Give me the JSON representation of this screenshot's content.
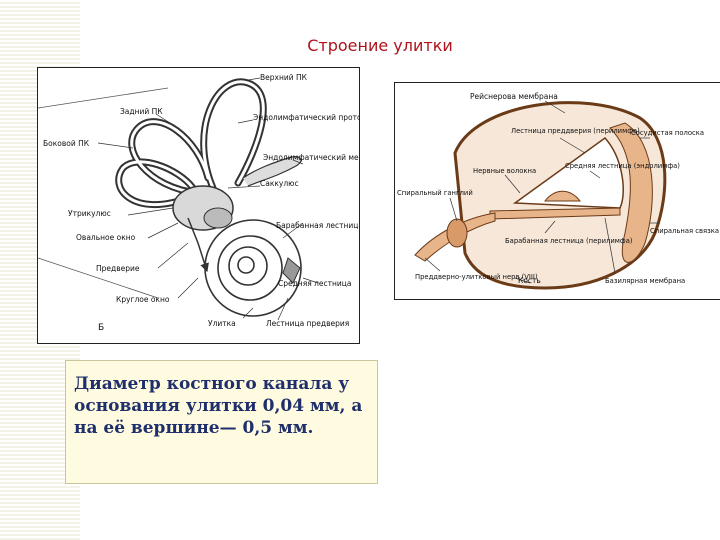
{
  "slide": {
    "title": "Строение улитки",
    "caption": "Диаметр костного канала у основания улитки 0,04 мм, а на её вершине— 0,5 мм."
  },
  "left_figure": {
    "panel_letter": "Б",
    "labels": [
      "Верхний ПК",
      "Задний ПК",
      "Эндолимфатический проток",
      "Боковой ПК",
      "Эндолимфатический мешок",
      "Саккулюс",
      "Утрикулюс",
      "Барабанная лестница",
      "Овальное окно",
      "Предверие",
      "Средняя лестница",
      "Круглое окно",
      "Улитка",
      "Лестница предверия"
    ]
  },
  "right_figure": {
    "labels": [
      "Рейснерова мембрана",
      "Лестница преддверия (перилимфа)",
      "Сосудистая полоска",
      "Нервные волокна",
      "Средняя лестница (эндолимфа)",
      "Спиральный ганглий",
      "Спиральная связка",
      "Барабанная лестница (перилимфа)",
      "Преддверно-улитковый нерв (VIII)",
      "Кость",
      "Базилярная мембрана"
    ]
  },
  "colors": {
    "title": "#b0121b",
    "caption_text": "#1f2f6b",
    "caption_bg": "#fffbe0",
    "tissue": "#e8b48a"
  }
}
